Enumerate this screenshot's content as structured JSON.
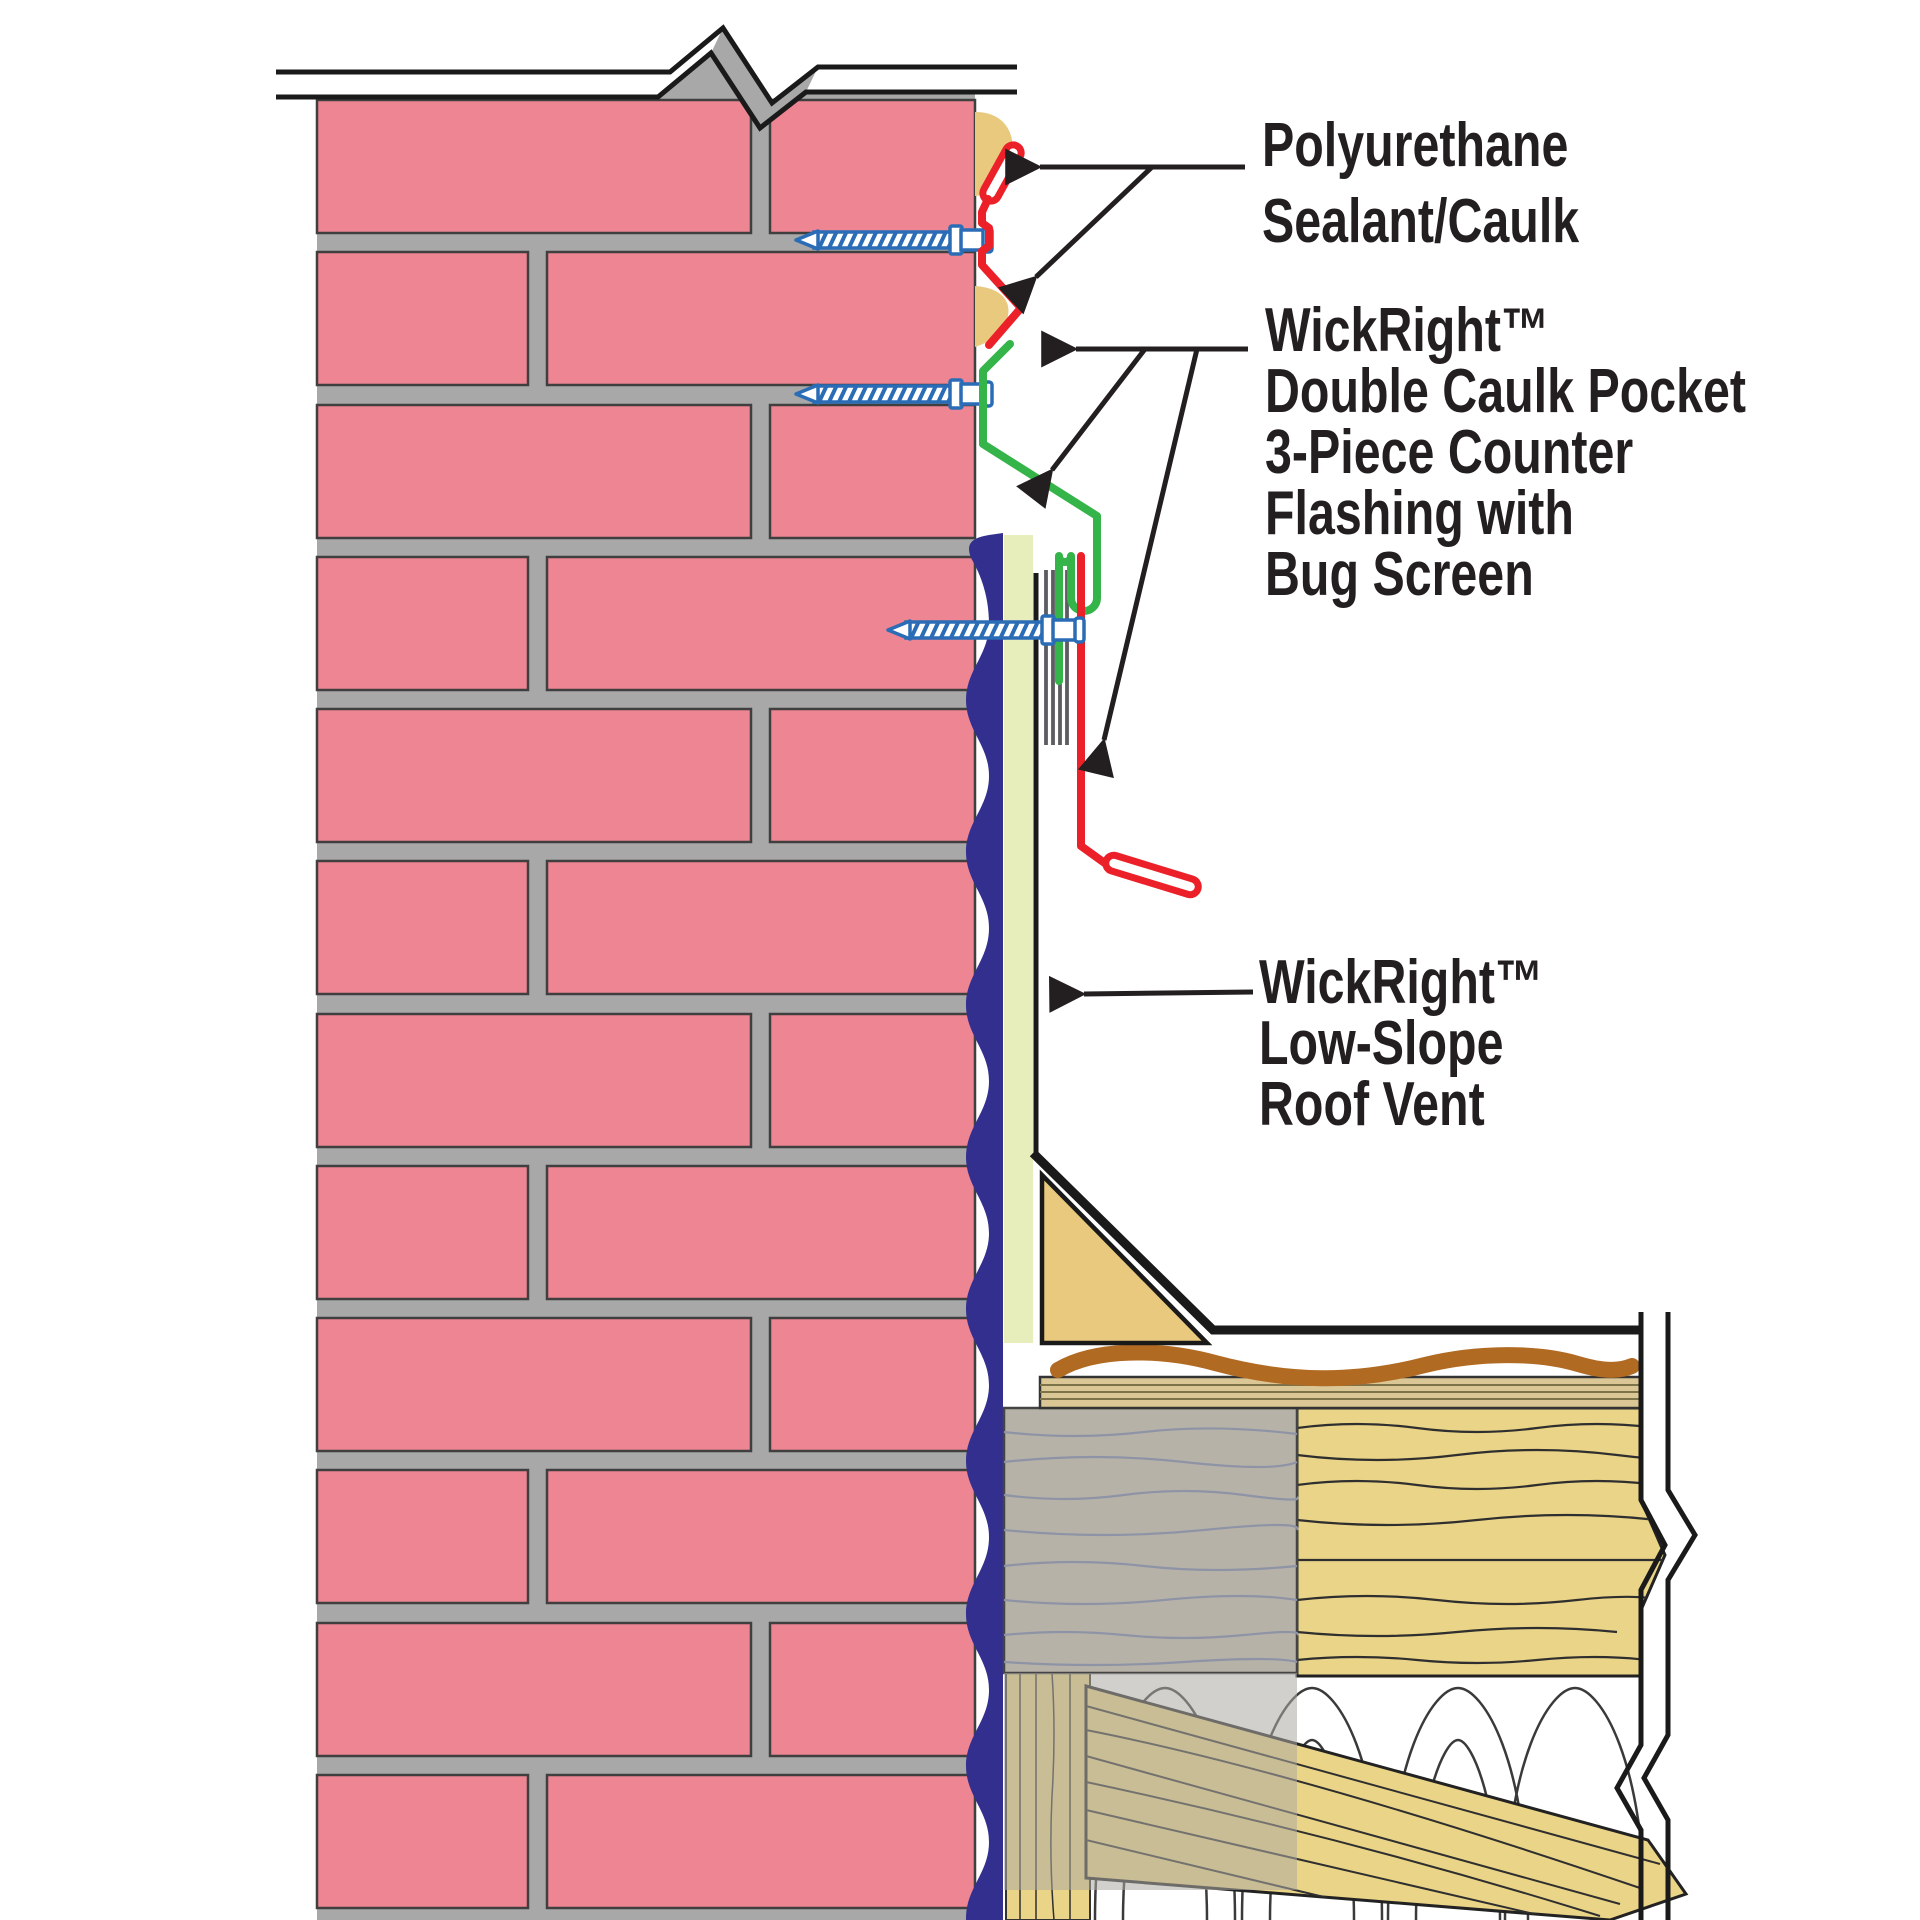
{
  "title": "Brick wall counter flashing and low-slope roof vent detail",
  "labels": {
    "sealant": {
      "text": "Polyurethane\nSealant/Caulk"
    },
    "flashing": {
      "text": "WickRight™\nDouble Caulk Pocket\n3-Piece Counter\nFlashing with\nBug Screen"
    },
    "vent": {
      "text": "WickRight™\nLow-Slope\nRoof Vent"
    }
  },
  "colors": {
    "brick": "#ee8593",
    "mortar": "#a9a8a8",
    "brickline": "#3f3f3f",
    "caulk": "#e9c97d",
    "red": "#ec2028",
    "green": "#35b44a",
    "navy": "#332f8e",
    "pale": "#e8edbc",
    "screw": "#2a6cb5",
    "wood": "#ead487",
    "grain": "#2f2f2f",
    "deck": "#dbc795",
    "deckline": "#7c734a",
    "beam": "#b7b2a8",
    "beamgrain": "#8e94a6",
    "brown": "#b16a22",
    "line": "#1a1a1a",
    "text": "#231f20",
    "screen": "#5b5d60"
  }
}
